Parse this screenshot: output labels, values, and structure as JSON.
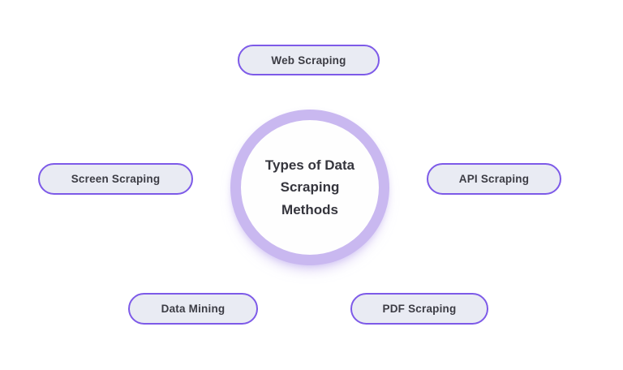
{
  "diagram": {
    "center": {
      "title": "Types of Data Scraping Methods",
      "title_lines": {
        "0": "Types of Data",
        "1": "Scraping",
        "2": "Methods"
      }
    },
    "nodes": {
      "0": {
        "id": "web-scraping",
        "label": "Web Scraping",
        "position": "top"
      },
      "1": {
        "id": "screen-scraping",
        "label": "Screen Scraping",
        "position": "left"
      },
      "2": {
        "id": "api-scraping",
        "label": "API Scraping",
        "position": "right"
      },
      "3": {
        "id": "data-mining",
        "label": "Data Mining",
        "position": "bottom-left"
      },
      "4": {
        "id": "pdf-scraping",
        "label": "PDF Scraping",
        "position": "bottom-right"
      }
    },
    "colors": {
      "background": "#ffffff",
      "pill_fill": "#e9ebf3",
      "pill_border": "#7d5ae8",
      "circle_ring": "#c9b8f0",
      "circle_fill": "#fefefe",
      "text": "#3c3c44"
    }
  }
}
